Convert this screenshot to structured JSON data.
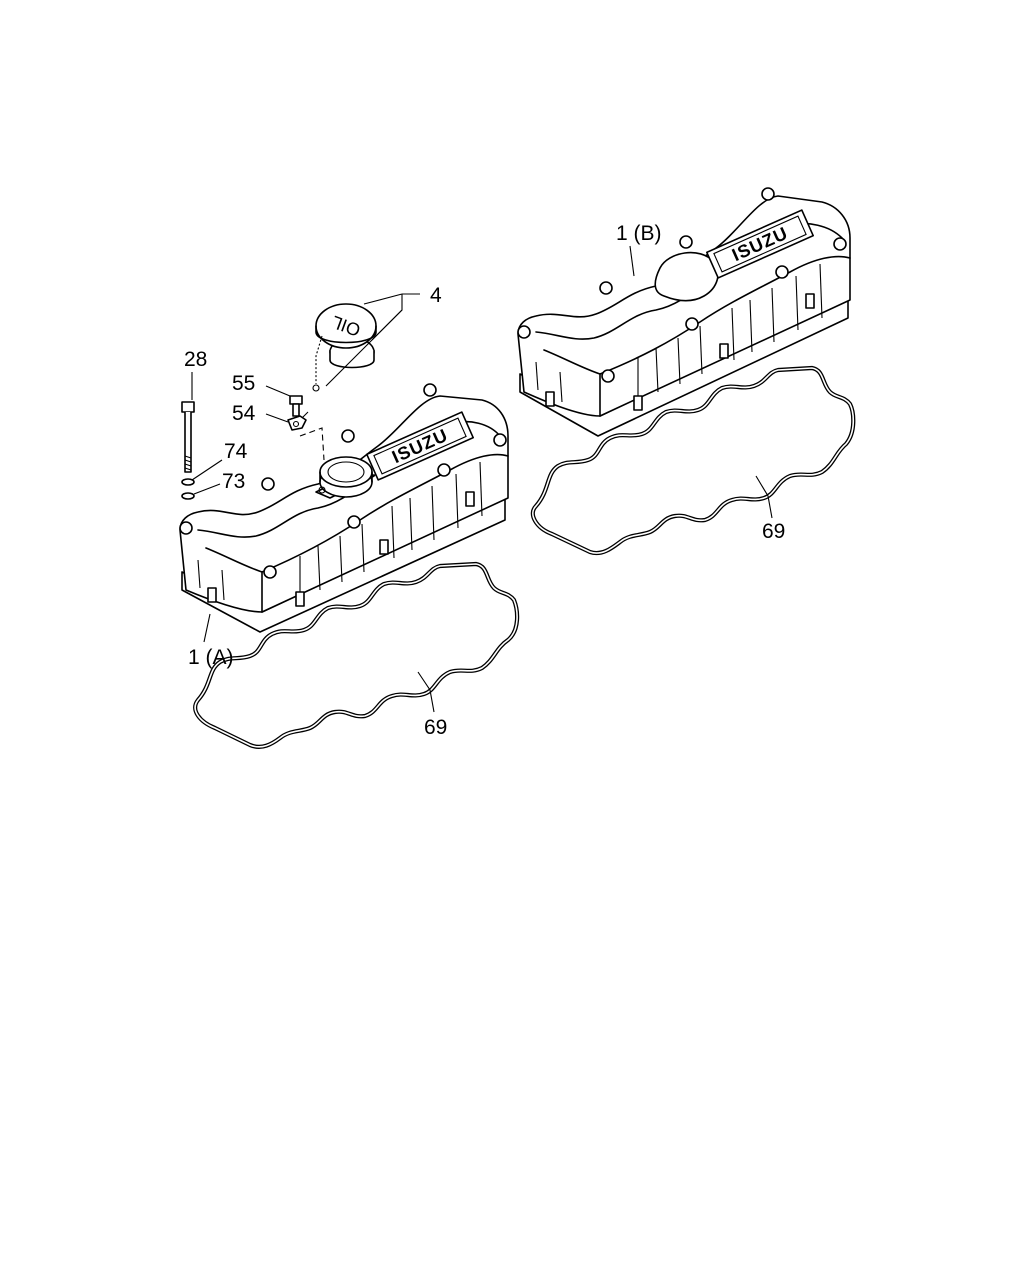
{
  "diagram": {
    "logo_text": "ISUZU",
    "oil_cap_text": "OIL",
    "callouts": {
      "cover_a": "1 (A)",
      "cover_b": "1 (B)",
      "oil_cap": "4",
      "bolt_long": "28",
      "bolt_small": "55",
      "bracket": "54",
      "washer_upper": "74",
      "washer_lower": "73",
      "gasket_a": "69",
      "gasket_b": "69"
    }
  }
}
